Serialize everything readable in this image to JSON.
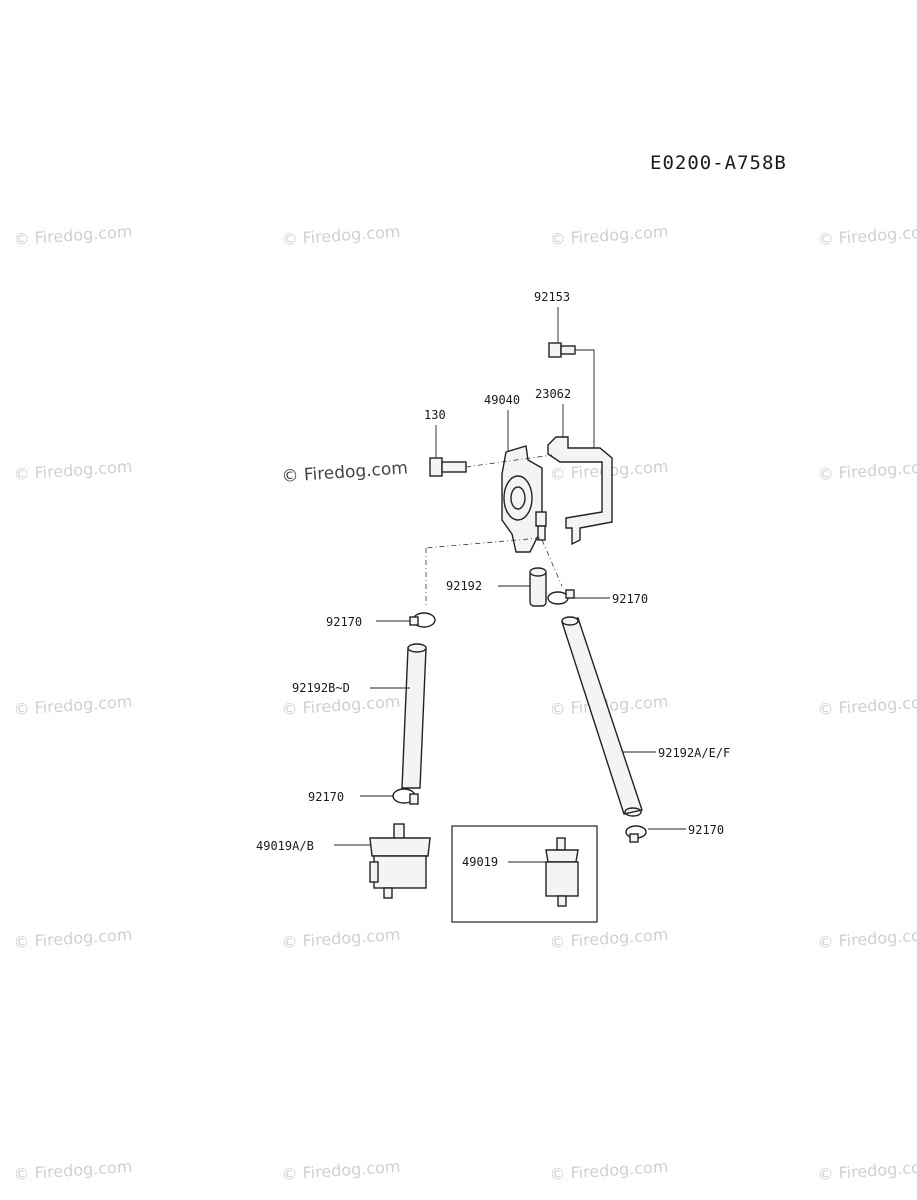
{
  "drawing_code": "E0200-A758B",
  "watermark": "© Firedog.com",
  "labels": {
    "l92153": "92153",
    "l130": "130",
    "l49040": "49040",
    "l23062": "23062",
    "l92192": "92192",
    "l92170a": "92170",
    "l92170b": "92170",
    "l92192bd": "92192B~D",
    "l92192aef": "92192A/E/F",
    "l92170c": "92170",
    "l92170d": "92170",
    "l49019ab": "49019A/B",
    "l49019": "49019"
  }
}
